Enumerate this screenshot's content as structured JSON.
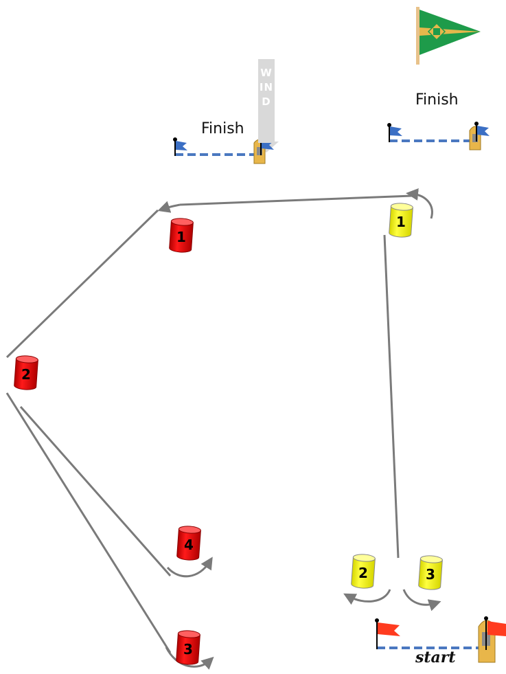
{
  "labels": {
    "finish_left": "Finish",
    "finish_right": "Finish",
    "wind": "WIND",
    "start": "start"
  },
  "marks": {
    "red": [
      "1",
      "2",
      "4",
      "3"
    ],
    "yellow": [
      "1",
      "2",
      "3"
    ]
  },
  "colors": {
    "red_buoy": "#e00000",
    "yellow_buoy": "#ffff00",
    "route_line": "#7a7a7a",
    "line_dash": "#4a78c0",
    "pennant_green": "#1e9b4a",
    "pennant_gold": "#e6b84c",
    "start_flag": "#ff3b1f",
    "finish_flag": "#3b6fc4",
    "committee_boat": "#e8b64a"
  },
  "icons": [
    "club-pennant-icon",
    "finish-flag-icon",
    "start-flag-icon",
    "committee-boat-icon",
    "buoy-icon",
    "wind-arrow-icon"
  ]
}
